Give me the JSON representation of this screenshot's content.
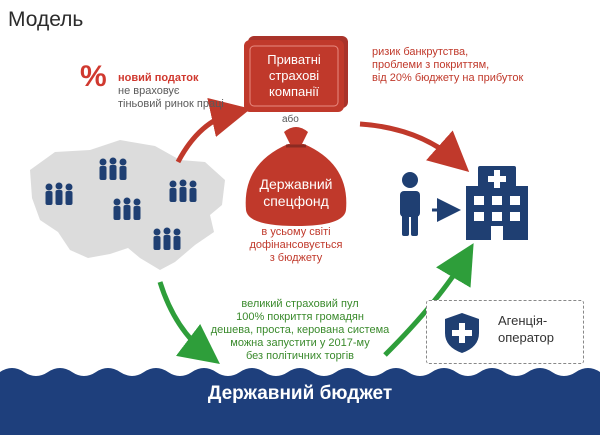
{
  "title": "Модель",
  "tax_note": {
    "symbol": "%",
    "line1": "новий податок",
    "line2": "не враховує",
    "line3": "тіньовий ринок праці"
  },
  "insurers": {
    "line1": "Приватні",
    "line2": "страхові",
    "line3": "компанії"
  },
  "risk_note": {
    "line1": "ризик банкрутства,",
    "line2": "проблеми з покриттям,",
    "line3": "від 20% бюджету на прибуток"
  },
  "or_label": "або",
  "fund": {
    "line1": "Державний",
    "line2": "спецфонд"
  },
  "finance_note": {
    "line1": "в усьому світі",
    "line2": "дофінансовується",
    "line3": "з бюджету"
  },
  "pool_note": {
    "line1": "великий страховий пул",
    "line2": "100% покриття громадян",
    "line3": "дешева, проста, керована система",
    "line4": "можна запустити у 2017-му",
    "line5": "без політичних торгів"
  },
  "agency": {
    "line1": "Агенція-",
    "line2": "оператор"
  },
  "budget": "Державний бюджет",
  "colors": {
    "red": "#c0392b",
    "green": "#2e9e3a",
    "navy": "#1f3f72",
    "blue": "#2a7fc1",
    "gray_map": "#dcdcdc"
  }
}
